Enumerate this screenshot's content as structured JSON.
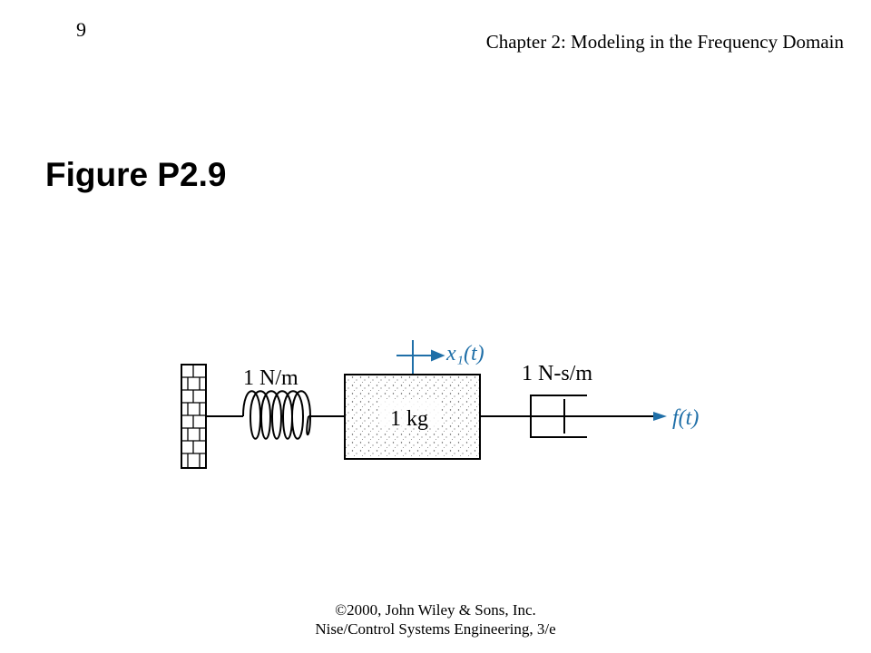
{
  "header": {
    "slide_number": "9",
    "chapter_title": "Chapter 2: Modeling in the Frequency Domain"
  },
  "figure": {
    "title": "Figure P2.9",
    "spring_label": "1 N/m",
    "mass_label": "1 kg",
    "damper_label": "1 N-s/m",
    "displacement_label": "x₁(t)",
    "force_label": "f(t)",
    "accent_color": "#1f6fa8"
  },
  "footer": {
    "copyright": "©2000, John Wiley & Sons, Inc.",
    "book": "Nise/Control Systems Engineering, 3/e"
  }
}
